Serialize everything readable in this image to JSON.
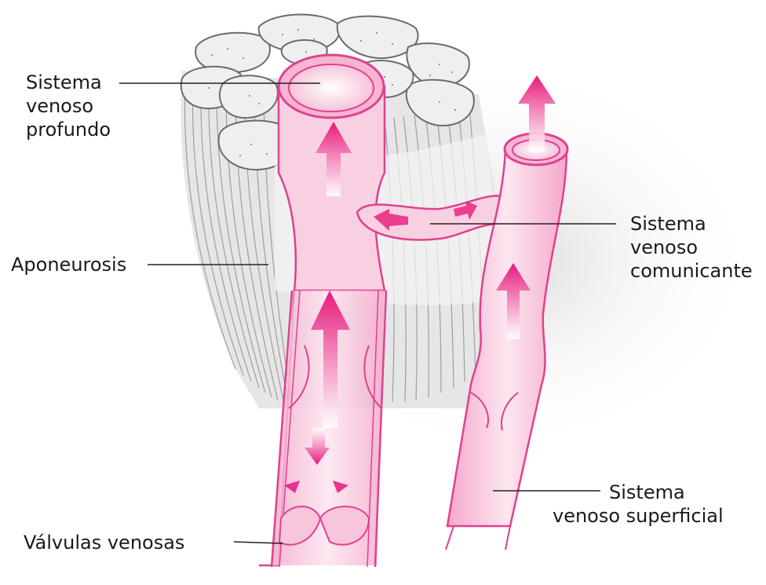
{
  "labels": {
    "deep": [
      "Sistema",
      "venoso",
      "profundo"
    ],
    "aponeurosis": "Aponeurosis",
    "communicating": [
      "Sistema",
      "venoso",
      "comunicante"
    ],
    "superficial": [
      "Sistema",
      "venoso superficial"
    ],
    "valves": "Válvulas venosas"
  },
  "icons": {
    "flow_arrow": "upward-flow-arrow-icon",
    "reflux_arrow": "downward-reflux-arrow-icon"
  },
  "colors": {
    "vein_fill": "#f7c6dc",
    "vein_stroke": "#e0418f",
    "arrow": "#e8187b",
    "muscle": "#9a9a9a",
    "fascicle_fill": "#efefef",
    "label_text": "#1a1a1a",
    "leader_line": "#222222"
  }
}
